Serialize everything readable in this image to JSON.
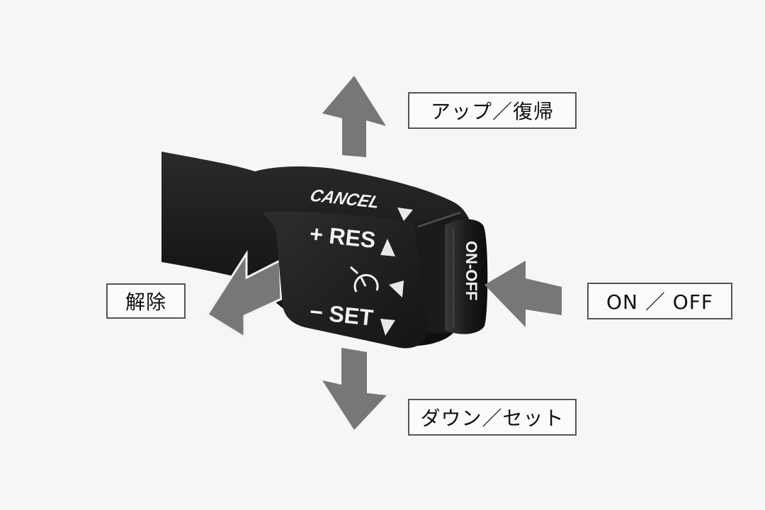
{
  "diagram": {
    "subject": "Cruise control lever",
    "background_color": "#f6f6f6",
    "arrow_color": "#777777",
    "lever_color": "#1e1e1e",
    "lever_markings": {
      "cancel": "CANCEL",
      "res": "+ RES",
      "set": "− SET",
      "on_off": "ON-OFF",
      "icon": "cruise-control-speedometer"
    },
    "callouts": {
      "up": "アップ／復帰",
      "cancel": "解除",
      "on_off": "ON ／ OFF",
      "down": "ダウン／セット"
    }
  }
}
